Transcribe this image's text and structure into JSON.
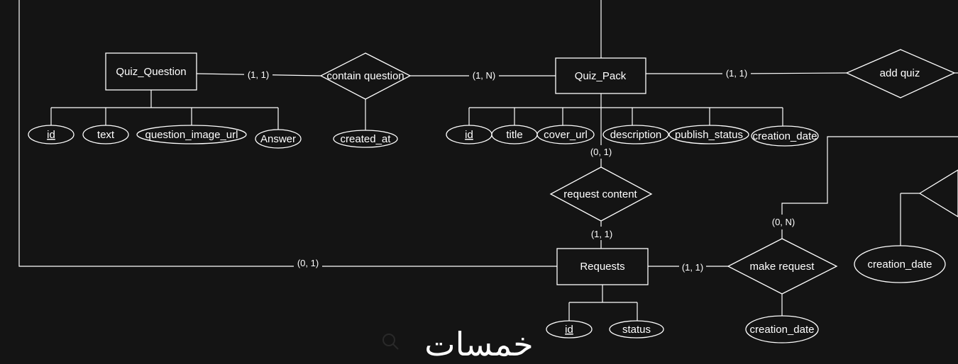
{
  "diagram": {
    "entities": {
      "quiz_question": "Quiz_Question",
      "quiz_pack": "Quiz_Pack",
      "requests": "Requests"
    },
    "relationships": {
      "contain_question": "contain question",
      "add_quiz": "add quiz",
      "request_content": "request content",
      "make_request": "make request"
    },
    "attributes": {
      "qq_id": "id",
      "qq_text": "text",
      "qq_image": "question_image_url",
      "qq_answer": "Answer",
      "cq_created": "created_at",
      "qp_id": "id",
      "qp_title": "title",
      "qp_cover": "cover_url",
      "qp_description": "description",
      "qp_publish": "publish_status",
      "qp_creation": "creation_date",
      "rq_id": "id",
      "rq_status": "status",
      "mr_creation": "creation_date",
      "right_creation": "creation_date"
    },
    "cardinalities": {
      "qq_cq": "(1, 1)",
      "cq_qp": "(1, N)",
      "qp_add": "(1, 1)",
      "qp_rc": "(0, 1)",
      "rc_rq": "(1, 1)",
      "left_rq": "(0, 1)",
      "rq_mr": "(1, 1)",
      "mr_up": "(0, N)"
    }
  },
  "watermark": "خمسات",
  "colors": {
    "background": "#141414",
    "stroke": "#ffffff",
    "watermark": "#3a3a3a"
  }
}
